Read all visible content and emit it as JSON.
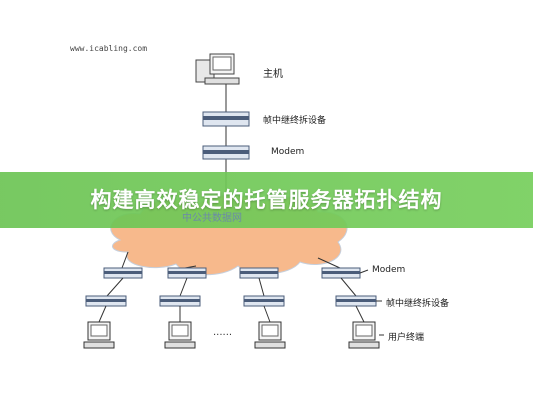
{
  "watermark_url": "www.icabling.com",
  "title": "构建高效稳定的托管服务器拓扑结构",
  "cloud_label": "中公共数据网",
  "labels": {
    "host": "主机",
    "frame_relay_top": "帧中继终拆设备",
    "modem_top": "Modem",
    "modem_bottom": "Modem",
    "frame_relay_bottom": "帧中继终拆设备",
    "user_terminal": "用户终端"
  },
  "ellipsis": "......",
  "colors": {
    "banner": "#6cc454",
    "cloud": "#f7b98c",
    "device": "#4b5d7a"
  }
}
